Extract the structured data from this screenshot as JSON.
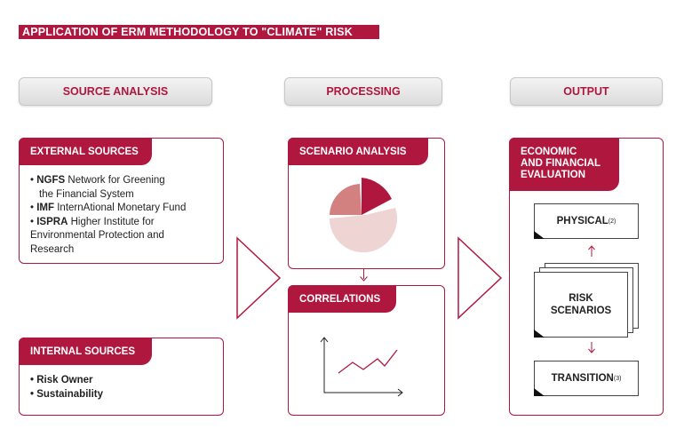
{
  "title": "APPLICATION OF ERM METHODOLOGY TO \"CLIMATE\" RISK",
  "columns": {
    "source": "SOURCE ANALYSIS",
    "processing": "PROCESSING",
    "output": "OUTPUT"
  },
  "external_sources": {
    "title": "EXTERNAL SOURCES",
    "items": [
      {
        "bold": "NGFS",
        "text": " Network for Greening",
        "cont": "the Financial System"
      },
      {
        "bold": "IMF",
        "text": " InternAtional Monetary Fund"
      },
      {
        "bold": "ISPRA",
        "text": " Higher Institute for",
        "cont": "Environmental Protection and",
        "cont2": "Research"
      }
    ]
  },
  "internal_sources": {
    "title": "INTERNAL SOURCES",
    "items": [
      "Risk Owner",
      "Sustainability"
    ]
  },
  "scenario_analysis": {
    "title": "SCENARIO ANALYSIS"
  },
  "correlations": {
    "title": "CORRELATIONS"
  },
  "evaluation": {
    "title_line1": "ECONOMIC",
    "title_line2": "AND FINANCIAL",
    "title_line3": "EVALUATION",
    "physical": "PHYSICAL",
    "physical_note": "(2)",
    "risk_line1": "RISK",
    "risk_line2": "SCENARIOS",
    "transition": "TRANSITION",
    "transition_note": "(3)"
  },
  "colors": {
    "accent": "#b0173e",
    "pie_slice_dark": "#b0173e",
    "pie_slice_mid": "#d28080",
    "pie_slice_light": "#efd4d4"
  },
  "icons": [
    "pie-chart-icon",
    "line-chart-icon",
    "arrow-right-icon",
    "arrow-down-icon",
    "arrow-up-icon"
  ]
}
